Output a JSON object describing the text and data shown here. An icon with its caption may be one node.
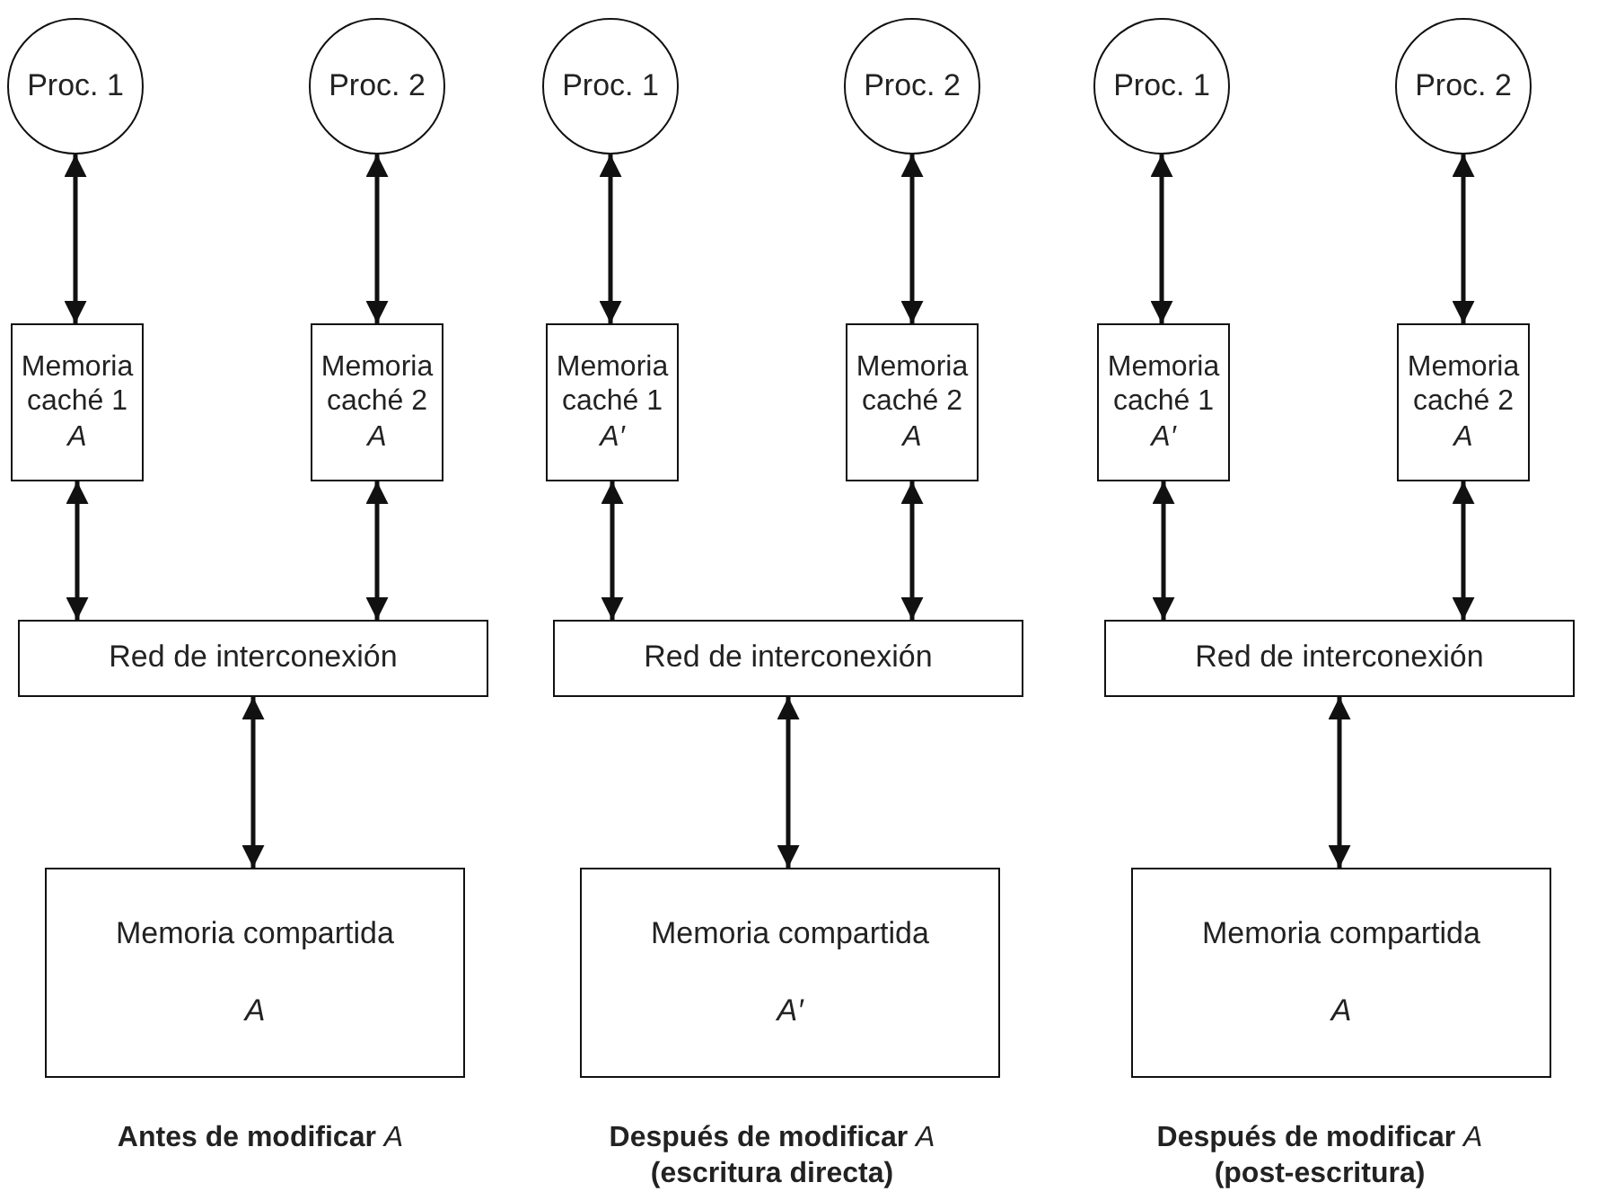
{
  "diagram": {
    "nodes": [
      {
        "text": [
          "Proc. 1"
        ]
      },
      {
        "text": [
          "Proc. 2"
        ]
      },
      {
        "text": [
          "Memoria caché 1",
          "A"
        ]
      },
      {
        "text": [
          "Memoria caché 2",
          "A"
        ]
      },
      {
        "text": [
          "Red de interconexión"
        ]
      },
      {
        "text": [
          "Memoria compartida",
          "A"
        ]
      },
      {
        "text": [
          "Proc. 1"
        ]
      },
      {
        "text": [
          "Proc. 2"
        ]
      },
      {
        "text": [
          "Memoria caché 1",
          "A′"
        ]
      },
      {
        "text": [
          "Memoria caché 2",
          "A"
        ]
      },
      {
        "text": [
          "Red de interconexión"
        ]
      },
      {
        "text": [
          "Memoria compartida",
          "A′"
        ]
      },
      {
        "text": [
          "Proc. 1"
        ]
      },
      {
        "text": [
          "Proc. 2"
        ]
      },
      {
        "text": [
          "Memoria caché 1",
          "A′"
        ]
      },
      {
        "text": [
          "Memoria caché 2",
          "A"
        ]
      },
      {
        "text": [
          "Red de interconexión"
        ]
      },
      {
        "text": [
          "Memoria compartida",
          "A"
        ]
      }
    ],
    "edges": [
      {
        "from": 0,
        "to": 2,
        "arrow": "both"
      },
      {
        "from": 1,
        "to": 3,
        "arrow": "both"
      },
      {
        "from": 2,
        "to": 4,
        "arrow": "both"
      },
      {
        "from": 3,
        "to": 4,
        "arrow": "both"
      },
      {
        "from": 4,
        "to": 5,
        "arrow": "both"
      },
      {
        "from": 6,
        "to": 8,
        "arrow": "both"
      },
      {
        "from": 7,
        "to": 9,
        "arrow": "both"
      },
      {
        "from": 8,
        "to": 10,
        "arrow": "both"
      },
      {
        "from": 9,
        "to": 10,
        "arrow": "both"
      },
      {
        "from": 10,
        "to": 11,
        "arrow": "both"
      },
      {
        "from": 12,
        "to": 14,
        "arrow": "both"
      },
      {
        "from": 13,
        "to": 15,
        "arrow": "both"
      },
      {
        "from": 14,
        "to": 16,
        "arrow": "both"
      },
      {
        "from": 15,
        "to": 16,
        "arrow": "both"
      },
      {
        "from": 16,
        "to": 17,
        "arrow": "both"
      }
    ],
    "labels": [
      "**Antes de modificar** *A*",
      "**Después de modificar** *A* **(escritura directa)**",
      "**Después de modificar** *A* **(post-escritura)**"
    ]
  }
}
